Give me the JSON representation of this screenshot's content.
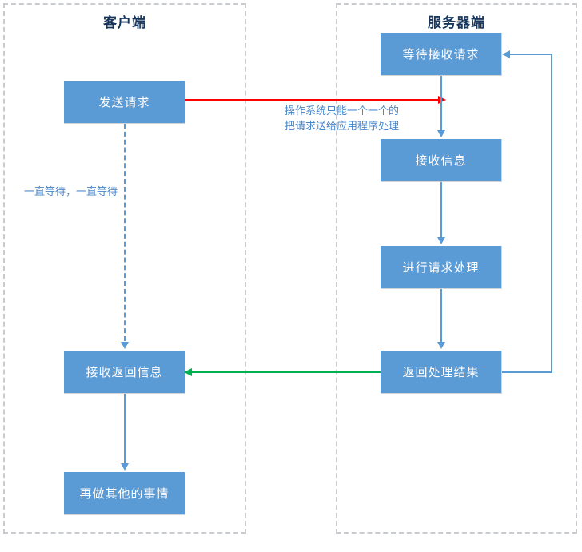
{
  "diagram": {
    "title_client": "客户端",
    "title_server": "服务器端",
    "colors": {
      "node_fill": "#5b9bd5",
      "node_text": "#ffffff",
      "lane_border": "#c8ccd0",
      "lane_title": "#17365d",
      "connector_blue": "#5b9bd5",
      "connector_red": "#ff0000",
      "connector_green": "#00b050",
      "label_text": "#4a86c8"
    }
  },
  "client": {
    "nodes": [
      {
        "id": "send-request",
        "label": "发送请求"
      },
      {
        "id": "receive-response",
        "label": "接收返回信息"
      },
      {
        "id": "do-other-things",
        "label": "再做其他的事情"
      }
    ],
    "waiting_label": "一直等待，一直等待"
  },
  "server": {
    "nodes": [
      {
        "id": "wait-for-request",
        "label": "等待接收请求"
      },
      {
        "id": "receive-message",
        "label": "接收信息"
      },
      {
        "id": "process-request",
        "label": "进行请求处理"
      },
      {
        "id": "return-result",
        "label": "返回处理结果"
      }
    ]
  },
  "edges": {
    "os_note_line1": "操作系统只能一个一个的",
    "os_note_line2": "把请求送给应用程序处理"
  }
}
